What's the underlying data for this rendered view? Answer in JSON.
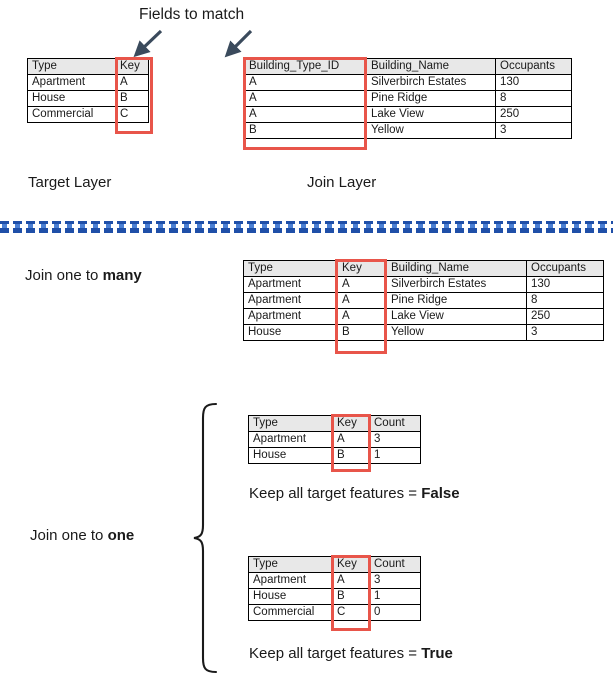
{
  "annotations": {
    "fields_to_match": "Fields to match",
    "target_layer": "Target Layer",
    "join_layer": "Join Layer",
    "join_one_to_many_prefix": "Join one to ",
    "join_one_to_many_bold": "many",
    "join_one_to_one_prefix": "Join one to ",
    "join_one_to_one_bold": "one",
    "keep_all_prefix": "Keep all target features = ",
    "keep_all_false": "False",
    "keep_all_true": "True"
  },
  "colors": {
    "highlight_red": "#e8554a",
    "divider_blue": "#1f4fa8",
    "header_fill": "#e8e8e8",
    "border": "#000000",
    "text": "#1a1a1a"
  },
  "target_table": {
    "name": "Target Layer table",
    "headers": [
      "Type",
      "Key"
    ],
    "rows": [
      [
        "Apartment",
        "A"
      ],
      [
        "House",
        "B"
      ],
      [
        "Commercial",
        "C"
      ]
    ],
    "highlighted_column": "Key"
  },
  "join_table": {
    "name": "Join Layer table",
    "headers": [
      "Building_Type_ID",
      "Building_Name",
      "Occupants"
    ],
    "rows": [
      [
        "A",
        "Silverbirch Estates",
        "130"
      ],
      [
        "A",
        "Pine Ridge",
        "8"
      ],
      [
        "A",
        "Lake View",
        "250"
      ],
      [
        "B",
        "Yellow",
        "3"
      ]
    ],
    "highlighted_column": "Building_Type_ID"
  },
  "one_to_many_table": {
    "name": "Join one to many result",
    "headers": [
      "Type",
      "Key",
      "Building_Name",
      "Occupants"
    ],
    "rows": [
      [
        "Apartment",
        "A",
        "Silverbirch Estates",
        "130"
      ],
      [
        "Apartment",
        "A",
        "Pine Ridge",
        "8"
      ],
      [
        "Apartment",
        "A",
        "Lake View",
        "250"
      ],
      [
        "House",
        "B",
        "Yellow",
        "3"
      ]
    ],
    "highlighted_column": "Key"
  },
  "one_to_one_false_table": {
    "name": "Join one to one, keep all target features false",
    "headers": [
      "Type",
      "Key",
      "Count"
    ],
    "rows": [
      [
        "Apartment",
        "A",
        "3"
      ],
      [
        "House",
        "B",
        "1"
      ]
    ],
    "highlighted_column": "Key"
  },
  "one_to_one_true_table": {
    "name": "Join one to one, keep all target features true",
    "headers": [
      "Type",
      "Key",
      "Count"
    ],
    "rows": [
      [
        "Apartment",
        "A",
        "3"
      ],
      [
        "House",
        "B",
        "1"
      ],
      [
        "Commercial",
        "C",
        "0"
      ]
    ],
    "highlighted_column": "Key"
  }
}
